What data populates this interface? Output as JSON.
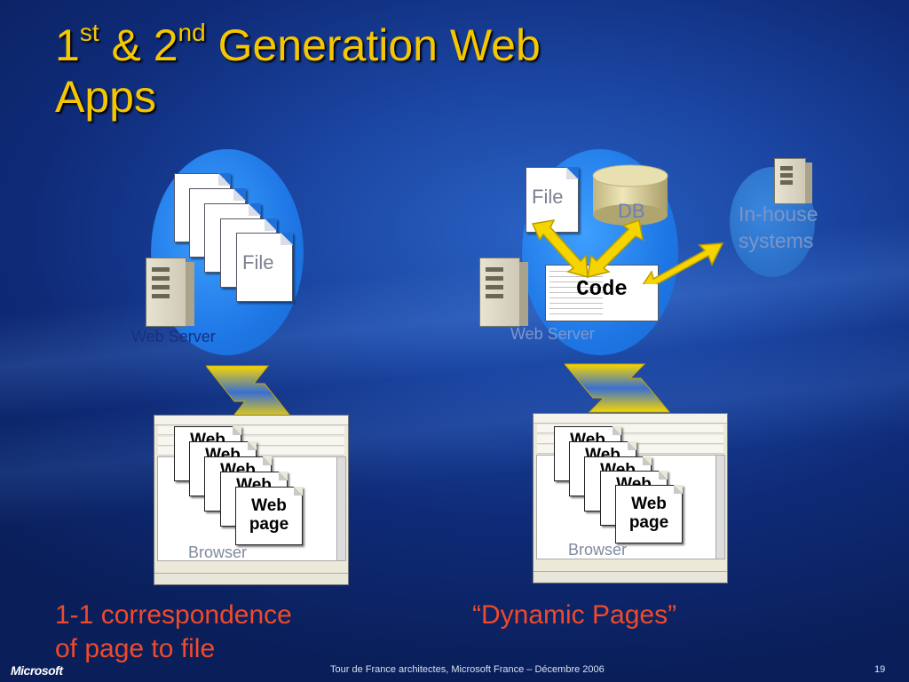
{
  "slide": {
    "title_line1_part1": "1",
    "title_sup1": "st",
    "title_amp": " & 2",
    "title_sup2": "nd",
    "title_line1_part2": " Generation Web",
    "title_line2": "Apps"
  },
  "left": {
    "file_label": "File",
    "web_server_label": "Web Server",
    "browser_label": "Browser",
    "web_page_label": "Web page",
    "web_page_partial": "Web",
    "caption_line1": "1-1 correspondence",
    "caption_line2": "of page to file"
  },
  "right": {
    "file_label": "File",
    "db_label": "DB",
    "code_label": "Code",
    "inhouse_label_line1": "In-house",
    "inhouse_label_line2": "systems",
    "web_server_label": "Web Server",
    "browser_label": "Browser",
    "web_page_label": "Web page",
    "web_page_partial": "Web",
    "caption": "“Dynamic Pages”"
  },
  "footer": {
    "logo": "Microsoft",
    "text": "Tour de France architectes, Microsoft France – Décembre 2006",
    "page_number": "19"
  },
  "colors": {
    "title": "#f5c700",
    "caption": "#f04a2a",
    "arrow_yellow": "#f5d400",
    "oval_blue": "#2b8cf2"
  }
}
